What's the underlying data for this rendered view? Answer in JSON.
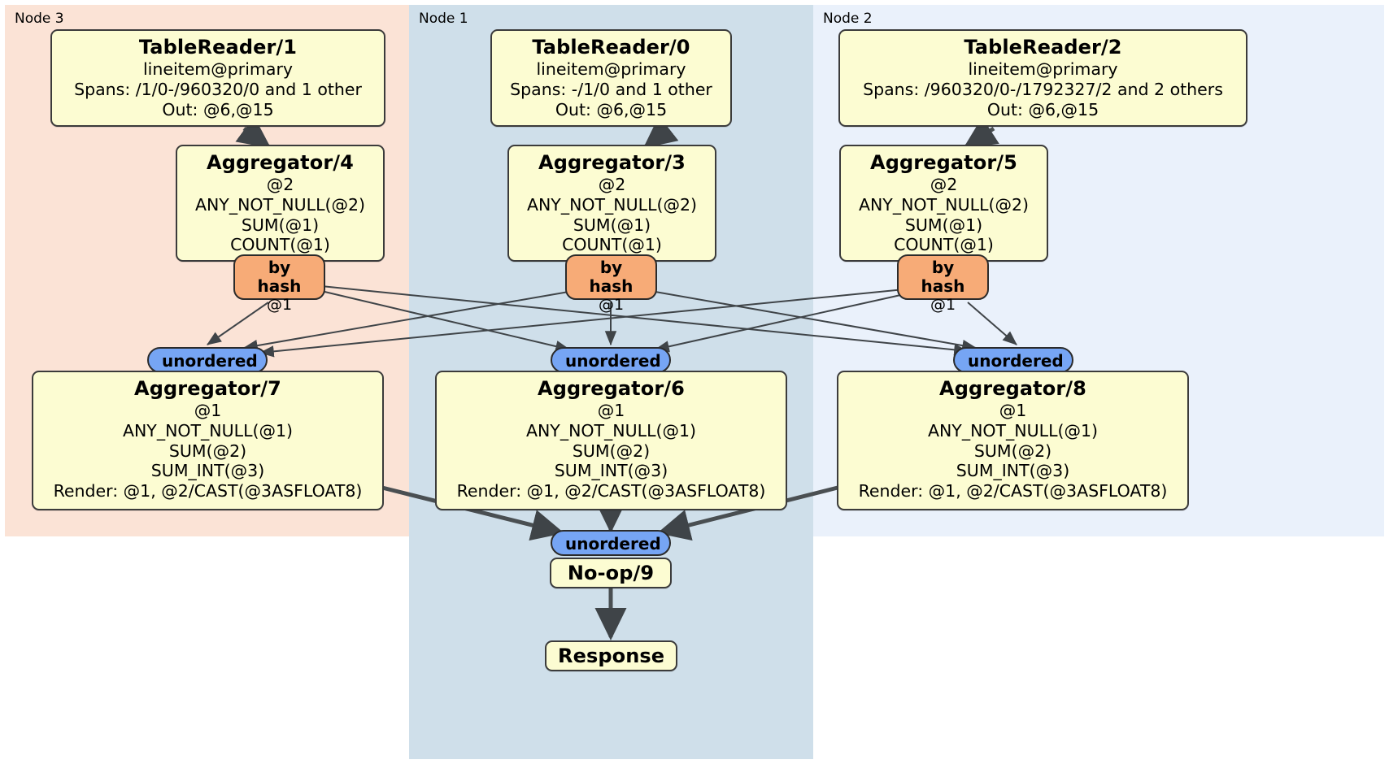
{
  "diagram": {
    "type": "distributed-query-plan",
    "colors": {
      "node3_panel": "#fbe3d6",
      "node1_panel": "#cfdfea",
      "node2_panel": "#eaf1fb",
      "processor_box": "#fcfcd2",
      "hash_badge": "#f7ab77",
      "ordering_badge": "#76a5f4",
      "edge": "#3f4448",
      "border": "#3b3b3b"
    },
    "panels": [
      {
        "id": "node3",
        "label": "Node 3"
      },
      {
        "id": "node1",
        "label": "Node 1"
      },
      {
        "id": "node2",
        "label": "Node 2"
      }
    ],
    "processors": {
      "tablereader_1": {
        "title": "TableReader/1",
        "lines": [
          "lineitem@primary",
          "Spans: /1/0-/960320/0 and 1 other",
          "Out: @6,@15"
        ]
      },
      "tablereader_0": {
        "title": "TableReader/0",
        "lines": [
          "lineitem@primary",
          "Spans: -/1/0 and 1 other",
          "Out: @6,@15"
        ]
      },
      "tablereader_2": {
        "title": "TableReader/2",
        "lines": [
          "lineitem@primary",
          "Spans: /960320/0-/1792327/2 and 2 others",
          "Out: @6,@15"
        ]
      },
      "aggregator_4": {
        "title": "Aggregator/4",
        "lines": [
          "@2",
          "ANY_NOT_NULL(@2)",
          "SUM(@1)",
          "COUNT(@1)"
        ]
      },
      "aggregator_3": {
        "title": "Aggregator/3",
        "lines": [
          "@2",
          "ANY_NOT_NULL(@2)",
          "SUM(@1)",
          "COUNT(@1)"
        ]
      },
      "aggregator_5": {
        "title": "Aggregator/5",
        "lines": [
          "@2",
          "ANY_NOT_NULL(@2)",
          "SUM(@1)",
          "COUNT(@1)"
        ]
      },
      "aggregator_7": {
        "title": "Aggregator/7",
        "lines": [
          "@1",
          "ANY_NOT_NULL(@1)",
          "SUM(@2)",
          "SUM_INT(@3)",
          "Render: @1, @2/CAST(@3ASFLOAT8)"
        ]
      },
      "aggregator_6": {
        "title": "Aggregator/6",
        "lines": [
          "@1",
          "ANY_NOT_NULL(@1)",
          "SUM(@2)",
          "SUM_INT(@3)",
          "Render: @1, @2/CAST(@3ASFLOAT8)"
        ]
      },
      "aggregator_8": {
        "title": "Aggregator/8",
        "lines": [
          "@1",
          "ANY_NOT_NULL(@1)",
          "SUM(@2)",
          "SUM_INT(@3)",
          "Render: @1, @2/CAST(@3ASFLOAT8)"
        ]
      },
      "noop_9": {
        "title": "No-op/9",
        "lines": []
      },
      "response": {
        "title": "Response",
        "lines": []
      }
    },
    "badges": {
      "hash_4": {
        "label": "by hash",
        "sublabel": "@1"
      },
      "hash_3": {
        "label": "by hash",
        "sublabel": "@1"
      },
      "hash_5": {
        "label": "by hash",
        "sublabel": "@1"
      },
      "unordered_7": {
        "label": "unordered"
      },
      "unordered_6": {
        "label": "unordered"
      },
      "unordered_8": {
        "label": "unordered"
      },
      "unordered_final": {
        "label": "unordered"
      }
    }
  }
}
